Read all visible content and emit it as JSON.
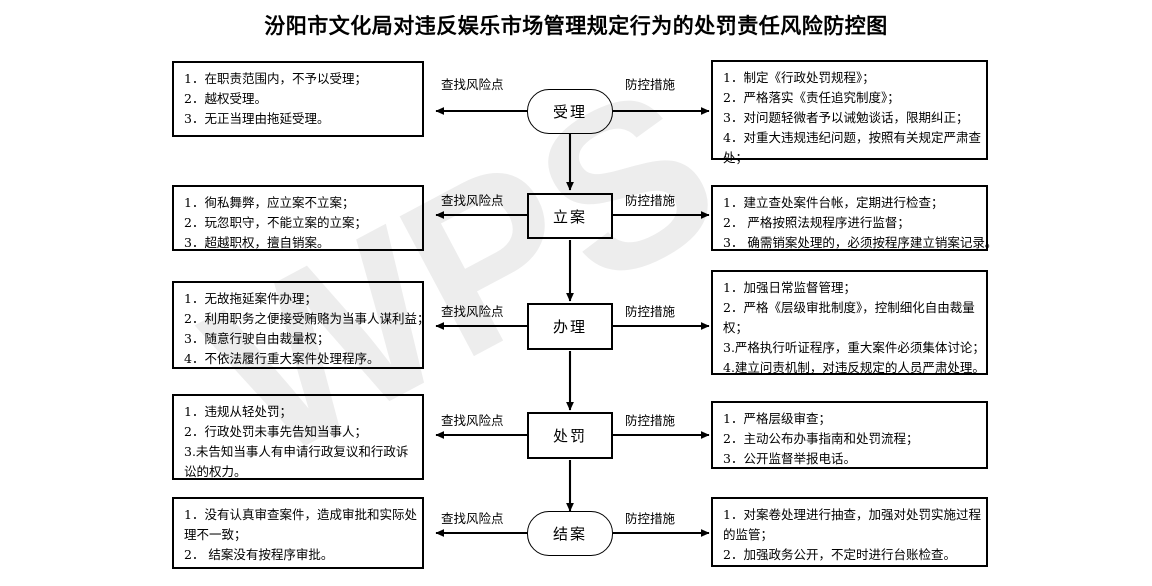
{
  "title": "汾阳市文化局对违反娱乐市场管理规定行为的处罚责任风险防控图",
  "watermark": "WPS",
  "edge_labels": {
    "left": "查找风险点",
    "right": "防控措施"
  },
  "rows": [
    {
      "node": "受理",
      "node_shape": "stadium",
      "risks": [
        "1．在职责范围内，不予以受理；",
        "2．越权受理。",
        "3．无正当理由拖延受理。"
      ],
      "measures": [
        "1．制定《行政处罚规程》；",
        "2．严格落实《责任追究制度》；",
        "3．对问题轻微者予以诫勉谈话，限期纠正；",
        "4．对重大违规违纪问题，按照有关规定严肃查",
        "处；"
      ]
    },
    {
      "node": "立案",
      "node_shape": "rect",
      "risks": [
        "1．徇私舞弊，应立案不立案；",
        "2．玩忽职守，不能立案的立案；",
        "3．超越职权，擅自销案。"
      ],
      "measures": [
        "1．建立查处案件台帐，定期进行检查；",
        "2． 严格按照法规程序进行监督；",
        "3． 确需销案处理的，必须按程序建立销案记录。"
      ]
    },
    {
      "node": "办理",
      "node_shape": "rect",
      "risks": [
        "1．无故拖延案件办理；",
        "2．利用职务之便接受贿赂为当事人谋利益；",
        "3．随意行驶自由裁量权；",
        "4．不依法履行重大案件处理程序。"
      ],
      "measures": [
        "1．加强日常监督管理；",
        "2．严格《层级审批制度》，控制细化自由裁量",
        "权；",
        "3.严格执行听证程序，重大案件必须集体讨论；",
        "4.建立问责机制，对违反规定的人员严肃处理。"
      ]
    },
    {
      "node": "处罚",
      "node_shape": "rect",
      "risks": [
        "1．违规从轻处罚；",
        "2．行政处罚未事先告知当事人；",
        "3.未告知当事人有申请行政复议和行政诉",
        "讼的权力。"
      ],
      "measures": [
        "1．严格层级审查；",
        "2．主动公布办事指南和处罚流程；",
        "3．公开监督举报电话。"
      ]
    },
    {
      "node": "结案",
      "node_shape": "stadium",
      "risks": [
        "1．没有认真审查案件，造成审批和实际处",
        "理不一致；",
        "2． 结案没有按程序审批。"
      ],
      "measures": [
        "1．对案卷处理进行抽查，加强对处罚实施过程",
        "的监管；",
        "2．加强政务公开，不定时进行台账检查。"
      ]
    }
  ],
  "colors": {
    "stroke": "#000000",
    "background": "#ffffff",
    "watermark": "#eaeaea"
  }
}
